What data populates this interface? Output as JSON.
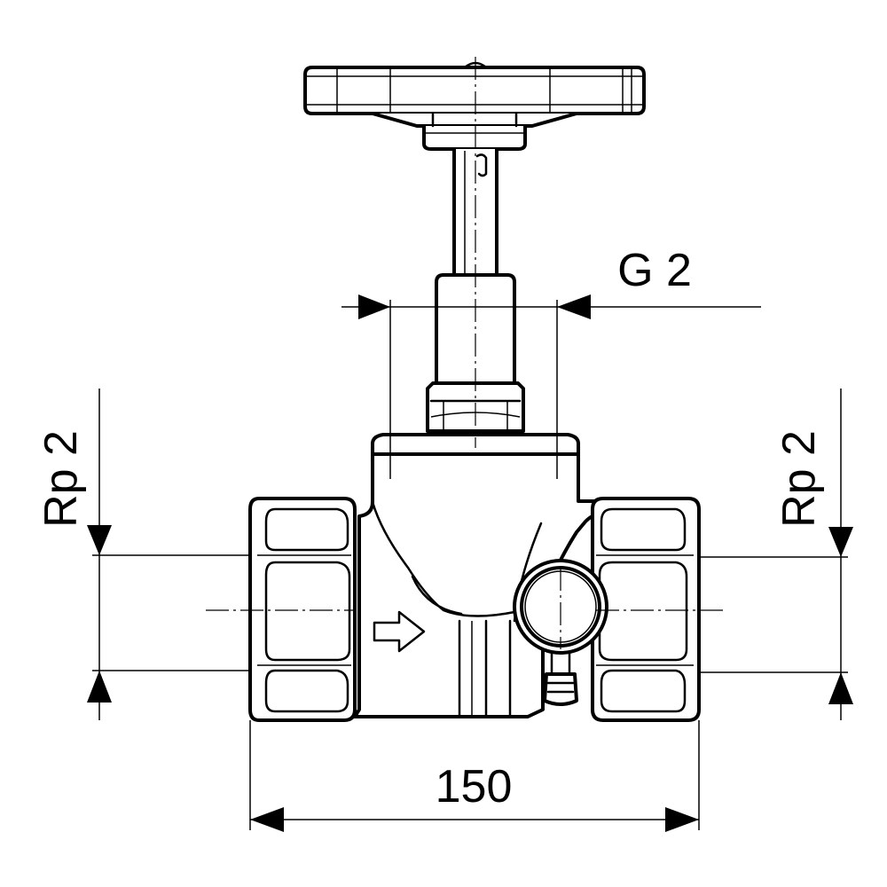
{
  "dimensions": {
    "top_thread": "G 2",
    "left_port": "Rp 2",
    "right_port": "Rp 2",
    "overall_length": "150"
  }
}
